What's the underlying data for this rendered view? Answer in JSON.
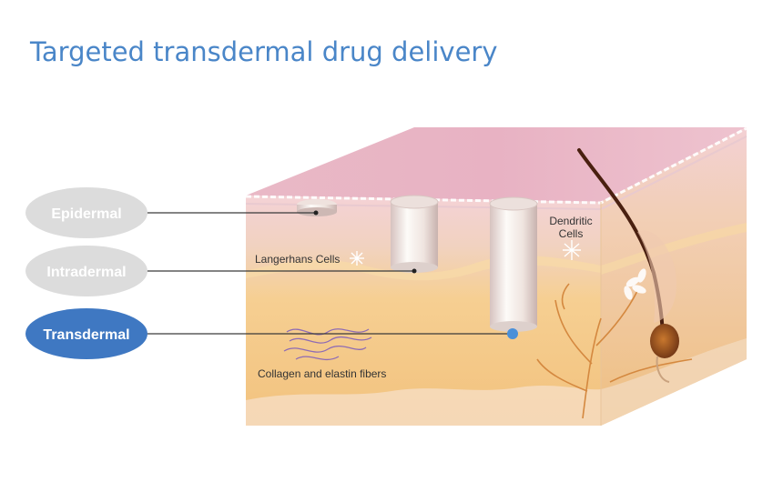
{
  "title": "Targeted transdermal drug delivery",
  "layers": {
    "epidermal": "Epidermal",
    "intradermal": "Intradermal",
    "transdermal": "Transdermal"
  },
  "annotations": {
    "langerhans": "Langerhans Cells",
    "dendritic_line1": "Dendritic",
    "dendritic_line2": "Cells",
    "collagen": "Collagen and elastin fibers"
  },
  "colors": {
    "title": "#4a86c8",
    "pill_inactive": "#dcdcdc",
    "pill_active": "#3f78c2",
    "marker_active": "#4a90d9",
    "skin_top": "#e6b3c2",
    "dermis": "#f3c98c"
  }
}
